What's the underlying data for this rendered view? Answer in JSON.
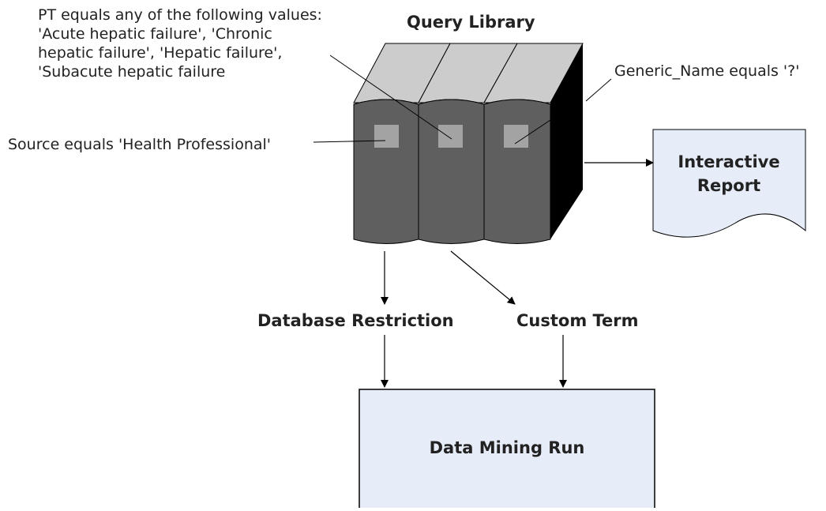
{
  "query_library": {
    "title": "Query Library",
    "annotations": {
      "pt": "PT equals any of the following values: 'Acute hepatic failure', 'Chronic hepatic failure', 'Hepatic failure', 'Subacute hepatic failure",
      "generic_name": "Generic_Name equals '?'",
      "source": "Source equals 'Health Professional'"
    }
  },
  "outputs": {
    "interactive_report": "Interactive Report",
    "database_restriction": "Database Restriction",
    "custom_term": "Custom Term",
    "data_mining_run": "Data Mining Run"
  },
  "colors": {
    "binder_body": "#5f5f5f",
    "binder_top": "#cccccc",
    "binder_side": "#000000",
    "binder_tab": "#a3a3a3",
    "report_fill": "#e6ecf8",
    "run_fill": "#e6ecf8",
    "line": "#000000"
  }
}
